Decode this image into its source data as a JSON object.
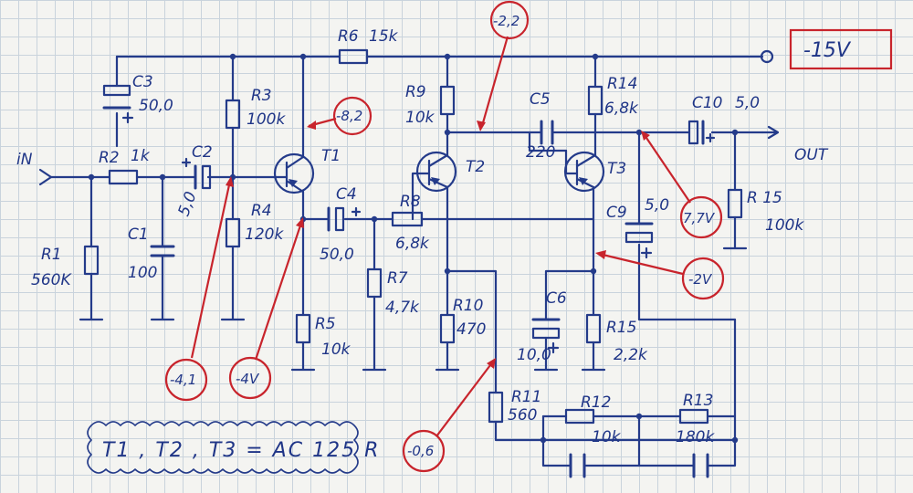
{
  "supply": {
    "label": "-15V"
  },
  "io": {
    "input": "iN",
    "output": "OUT"
  },
  "resistors": {
    "r1": {
      "name": "R1",
      "value": "560K"
    },
    "r2": {
      "name": "R2",
      "value": "1k"
    },
    "r3": {
      "name": "R3",
      "value": "100k"
    },
    "r4": {
      "name": "R4",
      "value": "120k"
    },
    "r5": {
      "name": "R5",
      "value": "10k"
    },
    "r6": {
      "name": "R6",
      "value": "15k"
    },
    "r7": {
      "name": "R7",
      "value": "4,7k"
    },
    "r8": {
      "name": "R8",
      "value": "6,8k"
    },
    "r9": {
      "name": "R9",
      "value": "10k"
    },
    "r10": {
      "name": "R10",
      "value": "470"
    },
    "r11": {
      "name": "R11",
      "value": "560"
    },
    "r12": {
      "name": "R12",
      "value": "10k"
    },
    "r13": {
      "name": "R13",
      "value": "180k"
    },
    "r14": {
      "name": "R14",
      "value": "6,8k"
    },
    "r15a": {
      "name": "R15",
      "value": "2,2k"
    },
    "r15b": {
      "name": "R 15",
      "value": "100k"
    }
  },
  "capacitors": {
    "c1": {
      "name": "C1",
      "value": "100"
    },
    "c2": {
      "name": "C2",
      "value": "5,0"
    },
    "c3": {
      "name": "C3",
      "value": "50,0"
    },
    "c4": {
      "name": "C4",
      "value": "50,0"
    },
    "c5": {
      "name": "C5",
      "value": "220"
    },
    "c6": {
      "name": "C6",
      "value": "10,0"
    },
    "c9": {
      "name": "C9",
      "value": "5,0"
    },
    "c10": {
      "name": "C10",
      "value": "5,0"
    }
  },
  "transistors": {
    "t1": {
      "name": "T1"
    },
    "t2": {
      "name": "T2"
    },
    "t3": {
      "name": "T3"
    }
  },
  "voltages": {
    "v_t1_collector": "-8,2",
    "v_t2_collector": "-2,2",
    "v_t3_collector": "7,7V",
    "v_t3_emitter": "-2V",
    "v_t1_base": "-4,1",
    "v_t1_emitter": "-4V",
    "v_feedback": "-0,6"
  },
  "note": {
    "text": "T1 , T2 , T3  =  AC 125 R"
  },
  "colors": {
    "ink": "#243b8a",
    "annotation": "#c8242c",
    "grid": "#c9d3dc"
  }
}
